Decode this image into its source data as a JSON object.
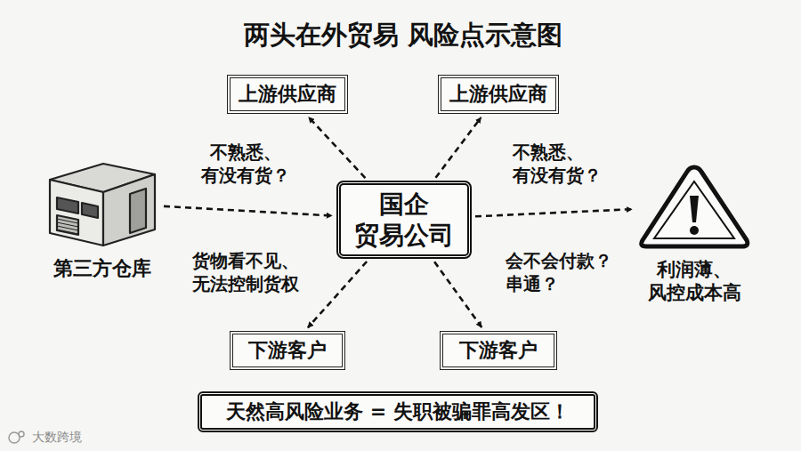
{
  "diagram": {
    "title": "两头在外贸易 风险点示意图",
    "nodes": [
      {
        "text": [
          "上游供应商"
        ]
      },
      {
        "text": [
          "上游供应商"
        ]
      },
      {
        "text": [
          "第三方仓库"
        ]
      },
      {
        "text": [
          "国企 贸易公司"
        ]
      },
      {
        "text": [
          "利润薄、 风控成本高"
        ]
      },
      {
        "text": [
          "下游客户"
        ]
      },
      {
        "text": [
          "下游客户"
        ]
      },
      {
        "text": [
          "天然高风险业务 = 失职被骗罪高发区！"
        ]
      }
    ],
    "edges": [
      {
        "from": 3,
        "to": 0,
        "arrow": "to"
      },
      {
        "from": 3,
        "to": 1,
        "arrow": "to"
      },
      {
        "from": 2,
        "to": 3,
        "arrow": "to"
      },
      {
        "from": 3,
        "to": 4,
        "arrow": "to"
      },
      {
        "from": 3,
        "to": 5,
        "arrow": "to"
      },
      {
        "from": 3,
        "to": 6,
        "arrow": "to"
      }
    ],
    "labels": [
      "不熟悉、 有没有货？",
      "不熟悉、 有没有货？",
      "货物看不见、 无法控制货权",
      "会不会付款？ 串通？",
      "大数跨境"
    ]
  }
}
